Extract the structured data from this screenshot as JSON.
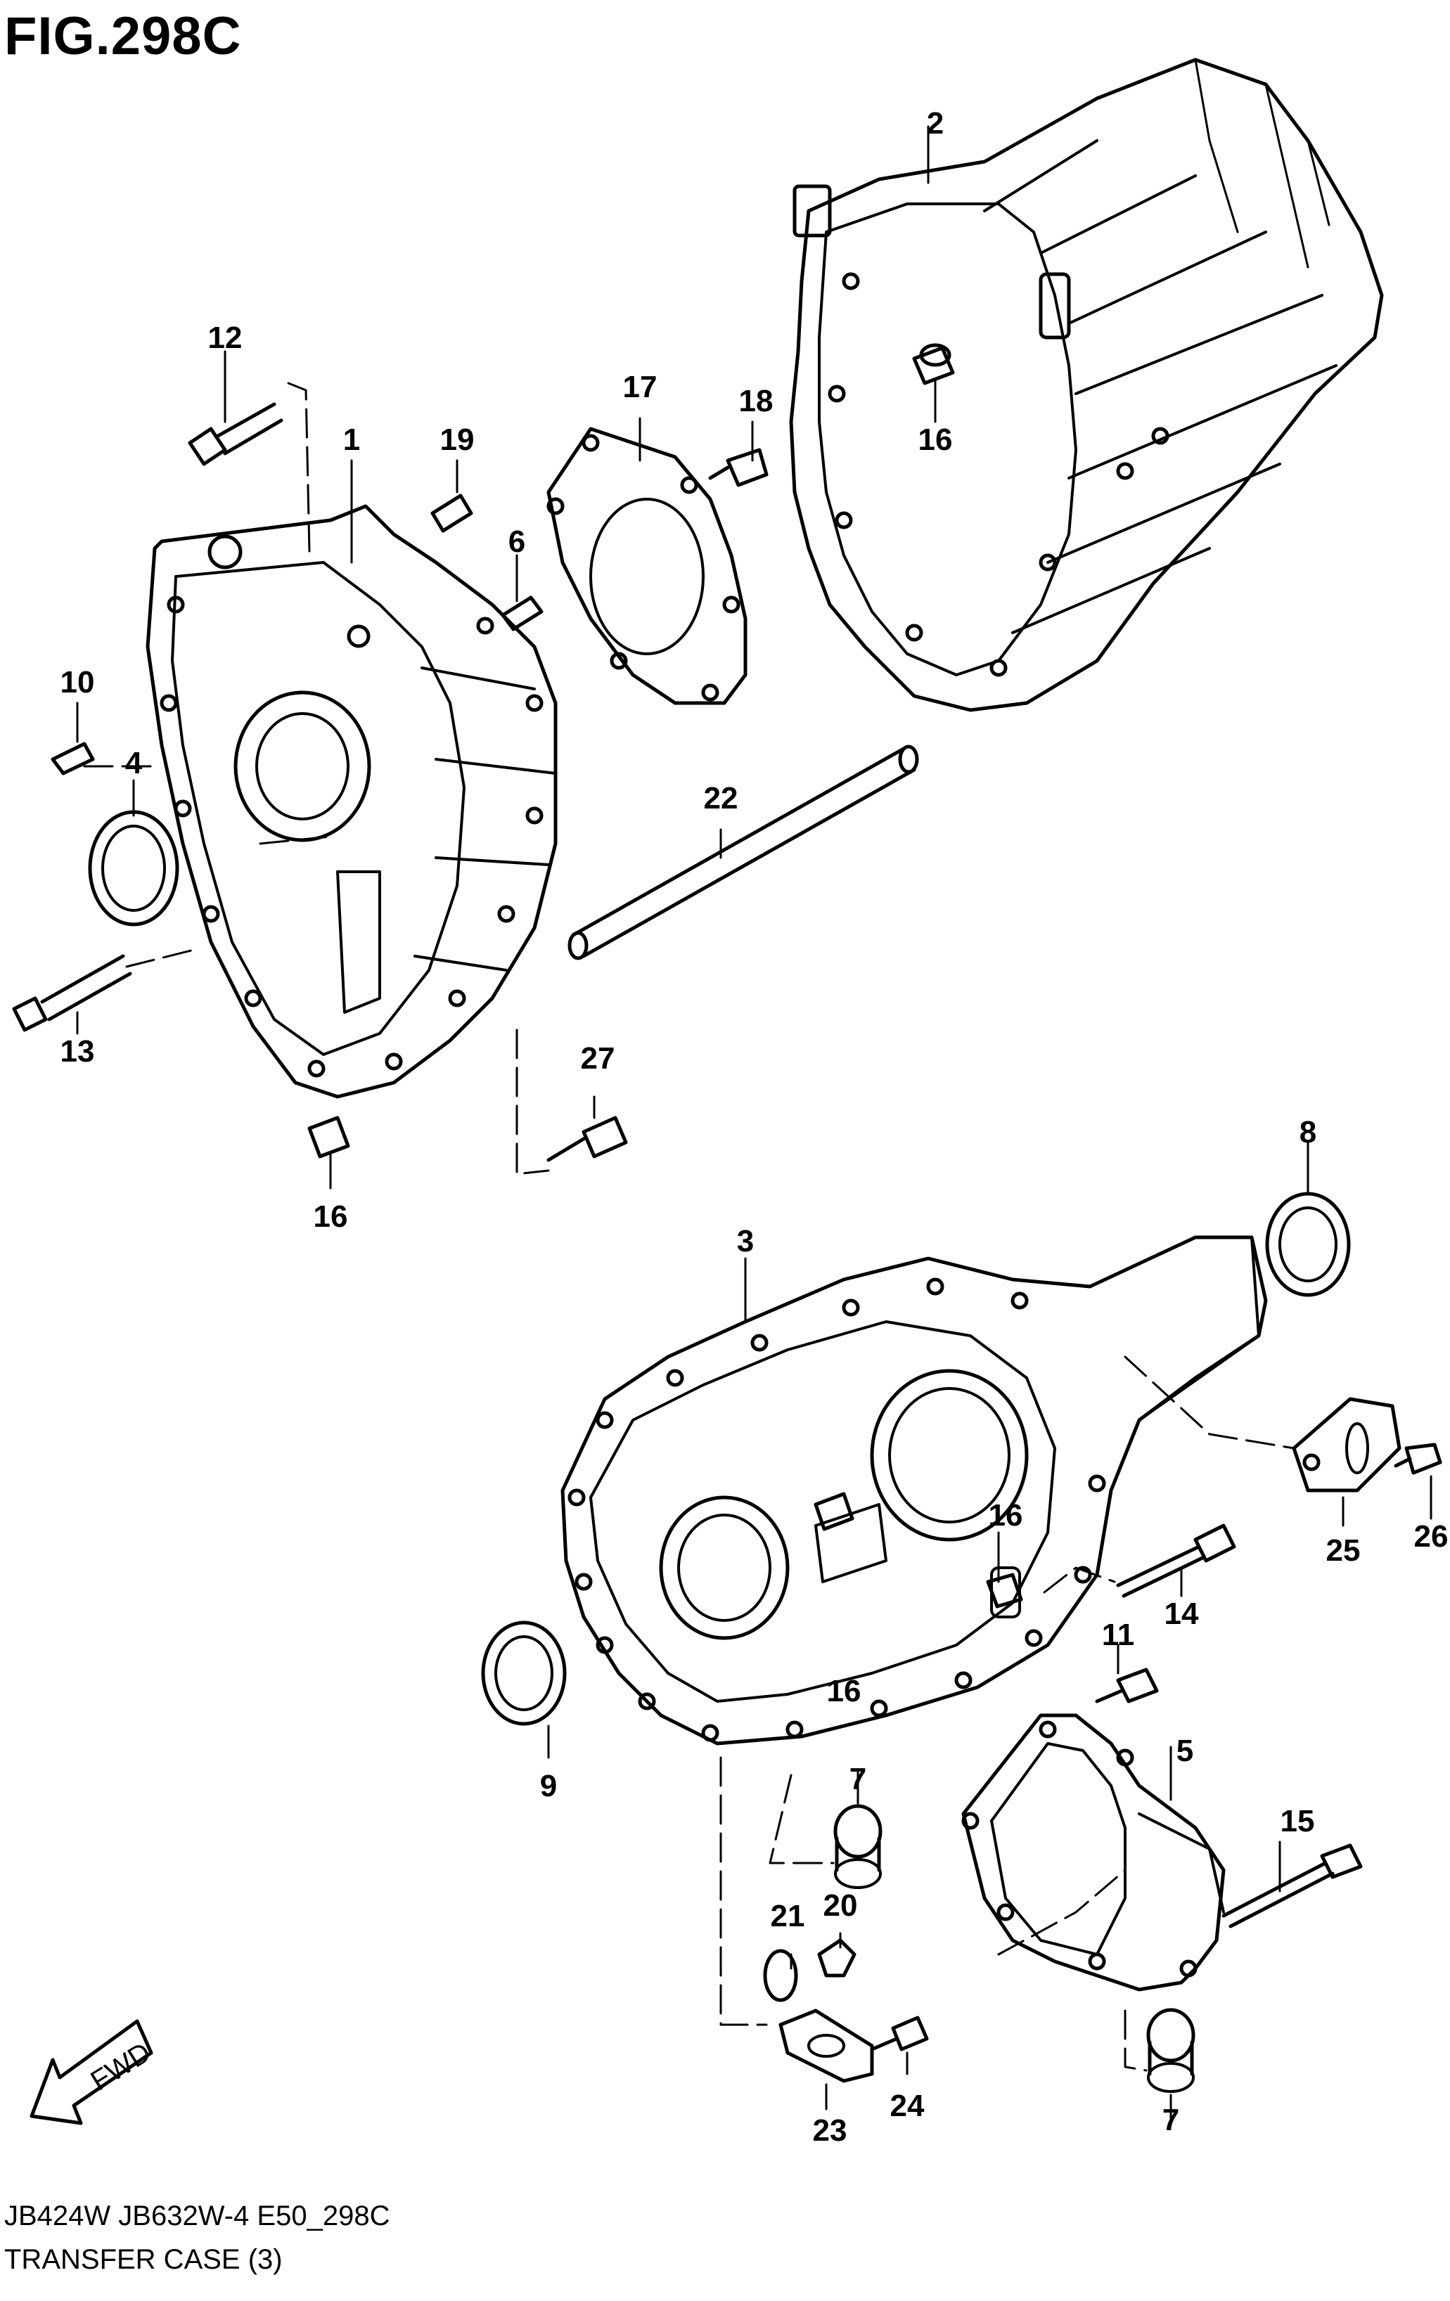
{
  "figure_title": "FIG.298C",
  "footer": {
    "model_line": "JB424W JB632W-4 E50_298C",
    "section_title": "TRANSFER CASE (3)"
  },
  "direction_arrow": {
    "label": "FWD",
    "icon": "arrow-left-icon"
  },
  "colors": {
    "line": "#000000",
    "background": "#ffffff"
  },
  "callouts": [
    "1",
    "2",
    "3",
    "4",
    "5",
    "6",
    "7",
    "7",
    "8",
    "9",
    "10",
    "11",
    "12",
    "13",
    "14",
    "15",
    "16",
    "16",
    "16",
    "16",
    "17",
    "18",
    "19",
    "20",
    "21",
    "22",
    "23",
    "24",
    "25",
    "26",
    "27"
  ]
}
